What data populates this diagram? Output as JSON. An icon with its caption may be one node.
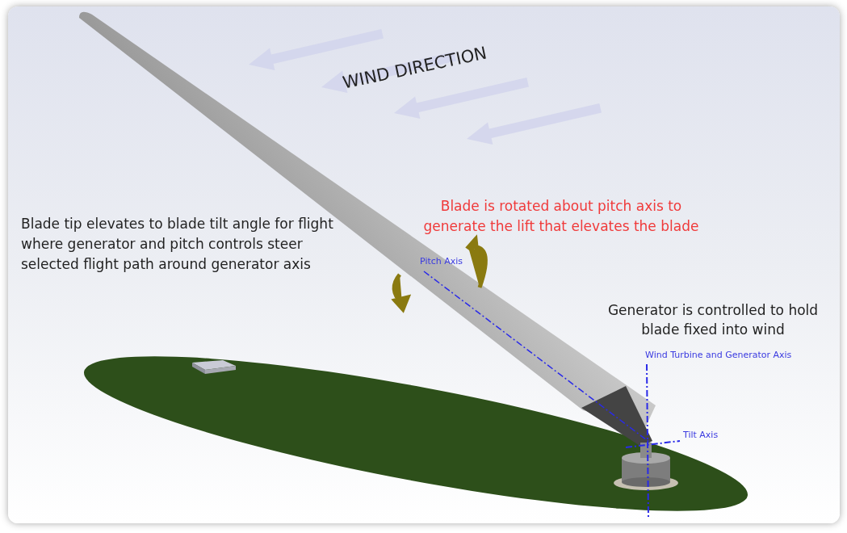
{
  "diagram": {
    "labels": [
      "WIND DIRECTION",
      "Blade is rotated about pitch axis to generate the lift that elevates the blade",
      "Blade tip elevates to blade tilt angle for flight where generator and pitch controls steer selected flight path around generator axis",
      "Pitch Axis",
      "Generator is controlled to hold blade fixed into wind",
      "Wind Turbine and Generator Axis",
      "Tilt Axis"
    ]
  }
}
